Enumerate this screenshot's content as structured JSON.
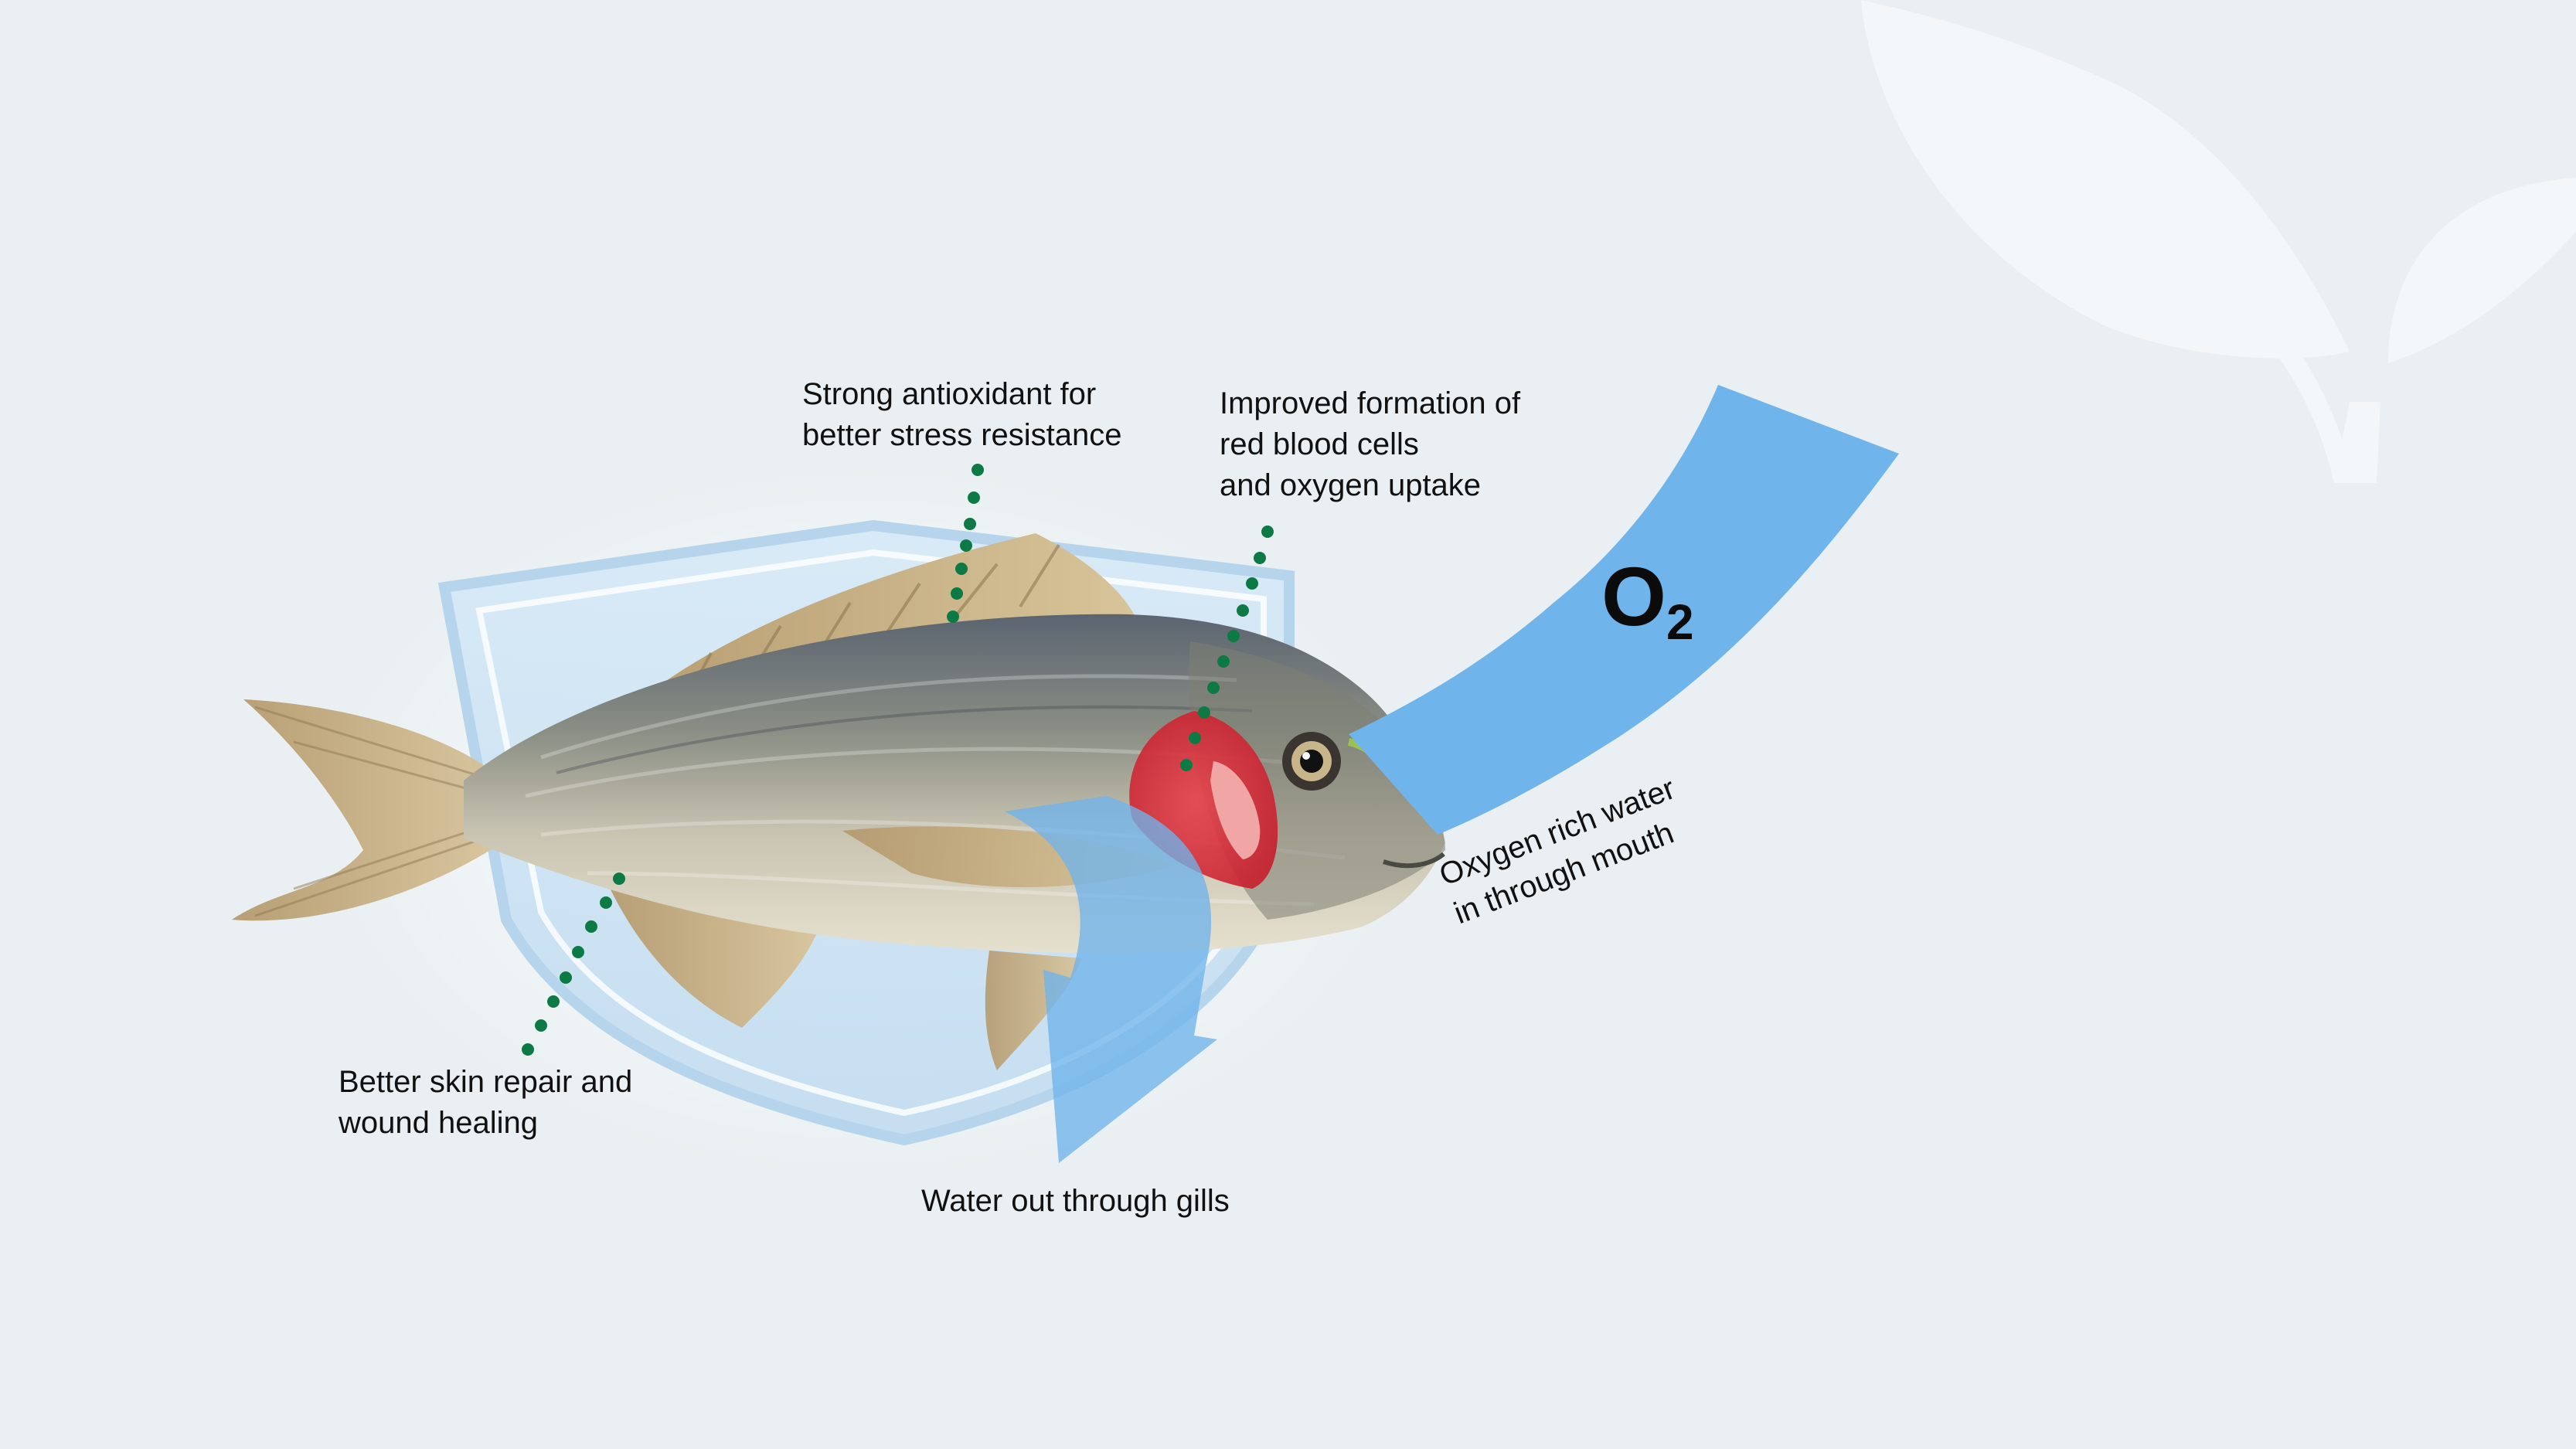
{
  "labels": {
    "antioxidant": [
      "Strong antioxidant for",
      "better stress resistance"
    ],
    "blood_cells": [
      "Improved formation of",
      "red blood cells",
      "and oxygen uptake"
    ],
    "skin_repair": [
      "Better skin repair and",
      "wound healing"
    ],
    "water_out": "Water out through gills",
    "water_in": [
      "Oxygen rich water",
      "in through mouth"
    ],
    "o2_main": "O",
    "o2_sub": "2"
  },
  "colors": {
    "background": "#e9eff2",
    "flow_blue": "#6fb4ea",
    "gill_red": "#d62a36",
    "dot_green": "#0d7a45",
    "shield": "#cfe3f3",
    "leaf_watermark": "#f3f7f9"
  },
  "icons": [
    "fish-illustration",
    "shield-icon",
    "leaf-watermark-icon",
    "gill-highlight"
  ]
}
